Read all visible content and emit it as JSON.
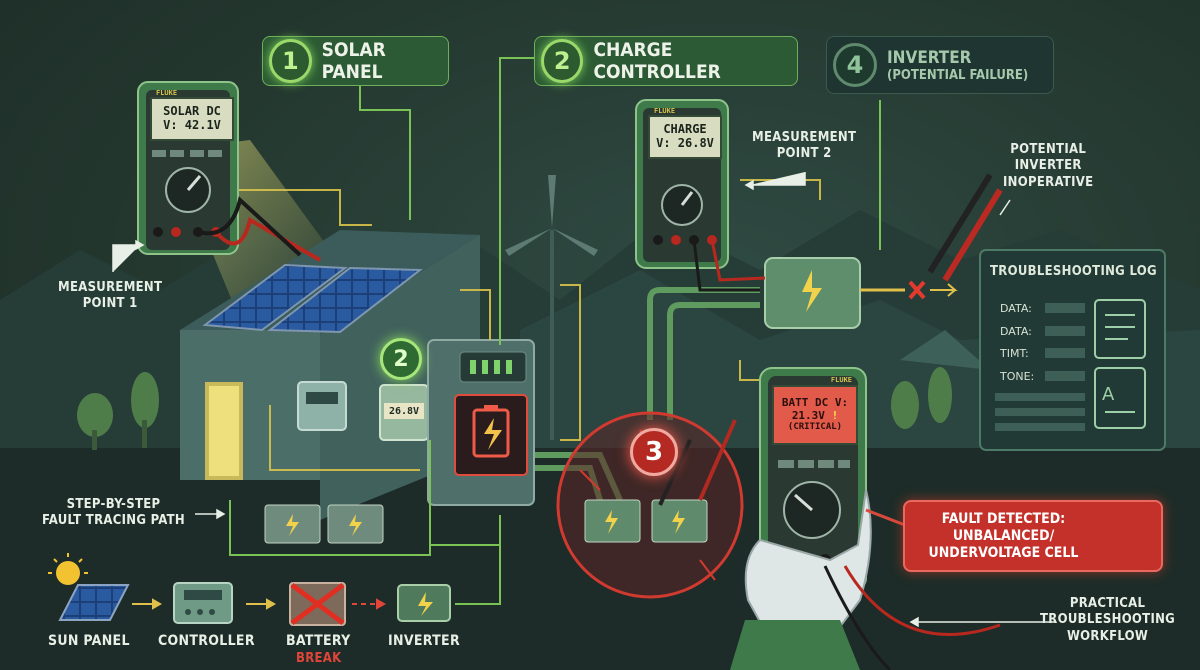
{
  "steps": {
    "solar_panel": {
      "number": "1",
      "label": "SOLAR PANEL"
    },
    "charge_controller": {
      "number": "2",
      "label": "CHARGE CONTROLLER"
    },
    "inverter": {
      "number": "4",
      "label": "INVERTER",
      "sublabel": "(POTENTIAL FAILURE)"
    }
  },
  "meters": {
    "solar": {
      "brand": "FLUKE",
      "line1": "SOLAR DC",
      "line2": "V: 42.1V"
    },
    "charge": {
      "brand": "FLUKE",
      "line1": "CHARGE",
      "line2": "V: 26.8V"
    },
    "battery": {
      "brand": "FLUKE",
      "line1": "BATT DC V:",
      "line2": "21.3V",
      "line3": "(CRITICAL)",
      "warn": "!"
    }
  },
  "annotations": {
    "measurement_point_1": "MEASUREMENT\nPOINT 1",
    "measurement_point_2": "MEASUREMENT\nPOINT 2",
    "potential_inverter": "POTENTIAL\nINVERTER\nINOPERATIVE",
    "fault_path": "STEP-BY-STEP\nFAULT TRACING PATH",
    "workflow": "PRACTICAL\nTROUBLESHOOTING\nWORKFLOW"
  },
  "badges": {
    "controller_step": "2",
    "battery_step": "3"
  },
  "controller_display": "26.8V",
  "log": {
    "title": "TROUBLESHOOTING LOG",
    "rows": [
      "DATA:",
      "DATA:",
      "TIMT:",
      "TONE:"
    ]
  },
  "fault": {
    "text": "FAULT DETECTED:\nUNBALANCED/\nUNDERVOLTAGE CELL"
  },
  "flow": {
    "items": [
      {
        "label": "SUN PANEL",
        "sub": ""
      },
      {
        "label": "CONTROLLER",
        "sub": ""
      },
      {
        "label": "BATTERY",
        "sub": "BREAK"
      },
      {
        "label": "INVERTER",
        "sub": ""
      }
    ]
  },
  "colors": {
    "accent_green": "#9bd86a",
    "warning_yellow": "#f2d24a",
    "fault_red": "#c4302a"
  }
}
